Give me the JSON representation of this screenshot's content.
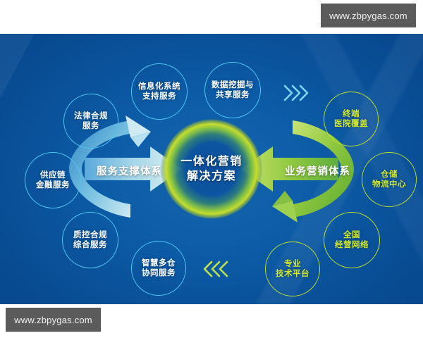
{
  "watermarks": {
    "top_right": "www.zbpygas.com",
    "bottom_left": "www.zbpygas.com"
  },
  "colors": {
    "panel_blue": "#0a55a0",
    "cyan_accent": "#4fc6f0",
    "lime_accent": "#b9e02a",
    "node_lime_text": "#cfe82f",
    "node_cyan_text": "#ffffff",
    "center_glow_outer": "#b9d62a",
    "center_glow_inner": "#0b4f9a"
  },
  "center": {
    "line1": "一体化营销",
    "line2": "解决方案"
  },
  "bands": {
    "left": "服务支撑体系",
    "right": "业务营销体系"
  },
  "chevrons": {
    "top_right": "»»",
    "bottom_left": "«««"
  },
  "nodes": {
    "left_group": [
      {
        "id": "info-system",
        "line1": "信息化系统",
        "line2": "支持服务",
        "color": "cyan"
      },
      {
        "id": "legal-compliance",
        "line1": "法律合规",
        "line2": "服务",
        "color": "cyan"
      },
      {
        "id": "supply-chain-finance",
        "line1": "供应链",
        "line2": "金融服务",
        "color": "cyan"
      },
      {
        "id": "quality-compliance",
        "line1": "质控合规",
        "line2": "综合服务",
        "color": "cyan"
      },
      {
        "id": "smart-multi-warehouse",
        "line1": "智慧多仓",
        "line2": "协同服务",
        "color": "cyan"
      }
    ],
    "right_group": [
      {
        "id": "data-mining-sharing",
        "line1": "数据挖掘与",
        "line2": "共享服务",
        "color": "cyan"
      },
      {
        "id": "terminal-hospital-coverage",
        "line1": "终端",
        "line2": "医院覆盖",
        "color": "lime"
      },
      {
        "id": "warehouse-logistics-center",
        "line1": "仓储",
        "line2": "物流中心",
        "color": "lime"
      },
      {
        "id": "national-network",
        "line1": "全国",
        "line2": "经营网络",
        "color": "lime"
      },
      {
        "id": "professional-tech-platform",
        "line1": "专业",
        "line2": "技术平台",
        "color": "lime"
      }
    ]
  }
}
